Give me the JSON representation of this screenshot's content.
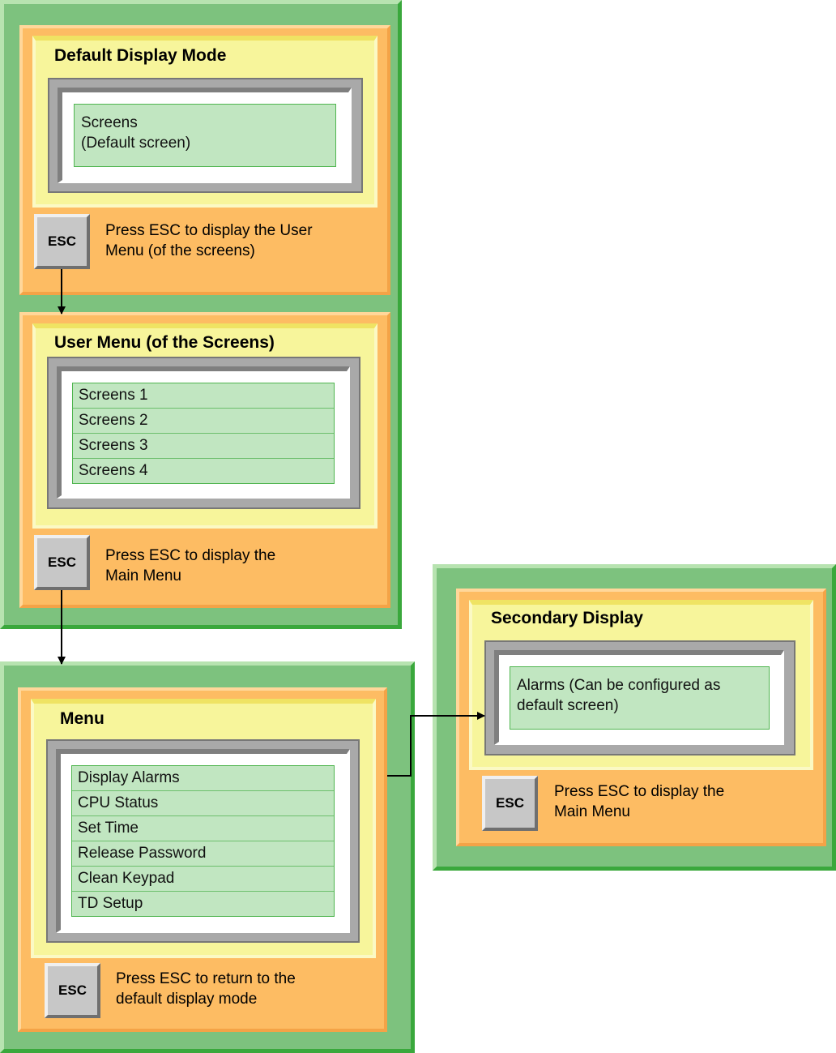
{
  "esc_label": "ESC",
  "default_panel": {
    "title": "Default Display Mode",
    "screen_text": "Screens\n(Default screen)",
    "caption": "Press ESC to display the User\nMenu (of the screens)"
  },
  "user_menu_panel": {
    "title": "User Menu (of the Screens)",
    "items": [
      "Screens 1",
      "Screens 2",
      "Screens 3",
      "Screens 4"
    ],
    "caption": "Press ESC to display the\nMain Menu"
  },
  "menu_panel": {
    "title": "Menu",
    "items": [
      "Display Alarms",
      "CPU Status",
      "Set Time",
      "Release Password",
      "Clean Keypad",
      "TD Setup"
    ],
    "caption": "Press ESC to return to the\ndefault display mode"
  },
  "secondary_panel": {
    "title": "Secondary Display",
    "screen_text": "Alarms (Can be configured as\ndefault screen)",
    "caption": "Press ESC to display the\nMain Menu"
  },
  "colors": {
    "outer_green": "#7dc27e",
    "orange": "#fdbc63",
    "yellow": "#f7f59b",
    "lcd_green": "#c1e6c1",
    "key_grey": "#c7c7c7"
  }
}
